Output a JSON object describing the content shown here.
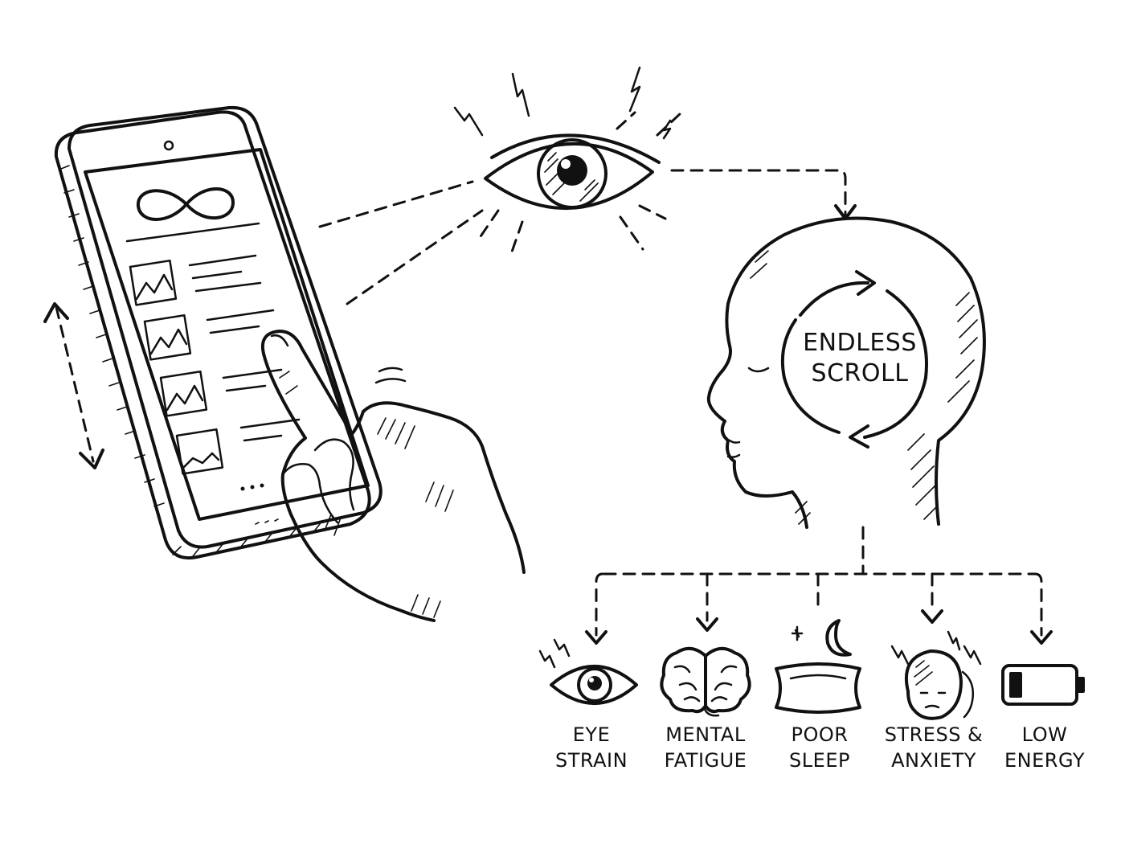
{
  "cycle": {
    "line1": "ENDLESS",
    "line2": "SCROLL"
  },
  "effects": [
    {
      "icon": "strained-eye-icon",
      "line1": "EYE",
      "line2": "STRAIN"
    },
    {
      "icon": "brain-icon",
      "line1": "MENTAL",
      "line2": "FATIGUE"
    },
    {
      "icon": "pillow-moon-icon",
      "line1": "POOR",
      "line2": "SLEEP"
    },
    {
      "icon": "anxious-head-icon",
      "line1": "STRESS &",
      "line2": "ANXIETY"
    },
    {
      "icon": "low-battery-icon",
      "line1": "LOW",
      "line2": "ENERGY"
    }
  ],
  "phone": {
    "screen_icon": "infinity-icon",
    "feed_items": 4
  },
  "colors": {
    "ink": "#111111",
    "paper": "#ffffff"
  }
}
